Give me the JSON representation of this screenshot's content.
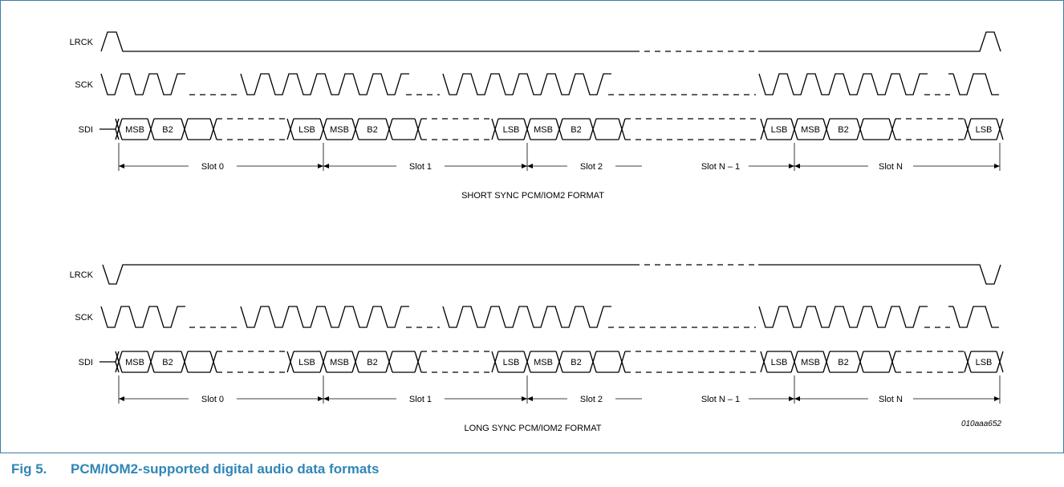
{
  "signals": {
    "lrck": "LRCK",
    "sck": "SCK",
    "sdi": "SDI"
  },
  "bits": {
    "msb": "MSB",
    "b2": "B2",
    "lsb": "LSB"
  },
  "slots": [
    "Slot 0",
    "Slot 1",
    "Slot 2",
    "Slot N – 1",
    "Slot N"
  ],
  "panels": [
    {
      "title": "SHORT SYNC PCM/IOM2 FORMAT",
      "sync": "short"
    },
    {
      "title": "LONG SYNC PCM/IOM2 FORMAT",
      "sync": "long"
    }
  ],
  "figure_id": "010aaa652",
  "caption": {
    "number": "Fig 5.",
    "title": "PCM/IOM2-supported digital audio data formats"
  },
  "colors": {
    "caption": "#2f86b8",
    "frame": "#3d7fa3",
    "line": "#000000"
  }
}
